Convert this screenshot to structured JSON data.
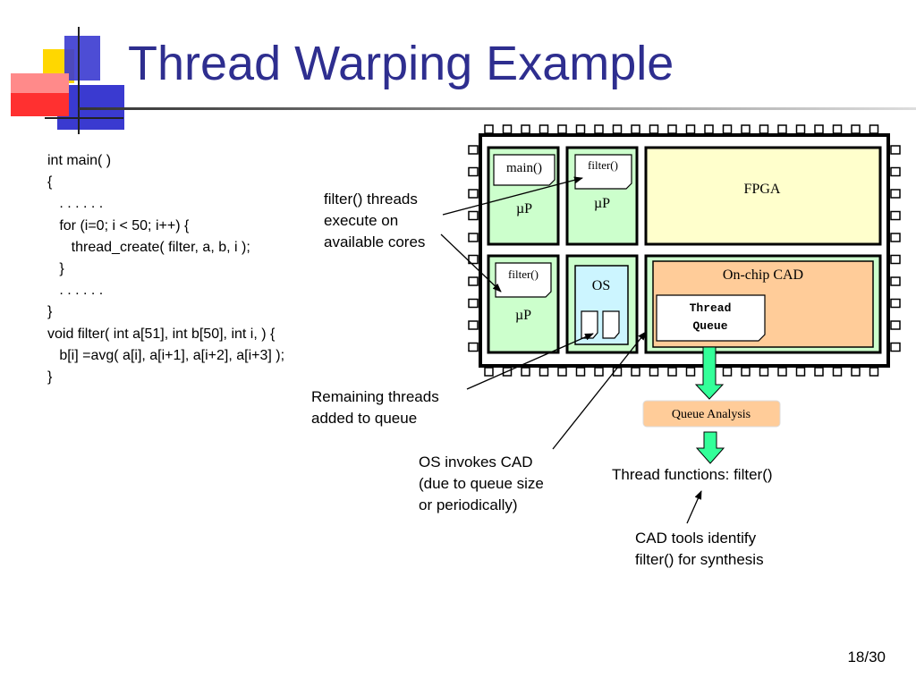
{
  "slide": {
    "title": "Thread Warping Example",
    "page_number": "18/30"
  },
  "code": [
    "int main( )",
    "{",
    "   . . . . . .",
    "   for (i=0; i < 50; i++) {",
    "      thread_create( filter, a, b, i );",
    "   }",
    "   . . . . . .",
    "}",
    "void filter( int a[51], int b[50], int i, ) {",
    "   b[i] =avg( a[i], a[i+1], a[i+2], a[i+3] );",
    "}"
  ],
  "chip": {
    "core1": {
      "tag": "main()",
      "label": "µP"
    },
    "core2": {
      "tag": "filter()",
      "label": "µP"
    },
    "core3": {
      "tag": "filter()",
      "label": "µP"
    },
    "os": "OS",
    "fpga": "FPGA",
    "cad": "On-chip CAD",
    "queue_line1": "Thread",
    "queue_line2": "Queue"
  },
  "flow": {
    "queue_analysis": "Queue Analysis",
    "thread_functions": "Thread functions: filter()"
  },
  "annotations": {
    "filter_threads": [
      "filter() threads",
      "execute on",
      "available cores"
    ],
    "remaining_threads": [
      "Remaining threads",
      "added to queue"
    ],
    "os_invokes": [
      "OS invokes CAD",
      "(due to queue size",
      "or periodically)"
    ],
    "cad_tools": [
      "CAD tools identify",
      "filter() for synthesis"
    ]
  },
  "colors": {
    "title": "#2e2e8f",
    "core_fill": "#ccffcc",
    "os_fill": "#ccf5ff",
    "fpga_fill": "#ffffcc",
    "cad_fill": "#ffcc99",
    "arrow_fill": "#33ff99",
    "queue_analysis_fill": "#ffcc99"
  }
}
